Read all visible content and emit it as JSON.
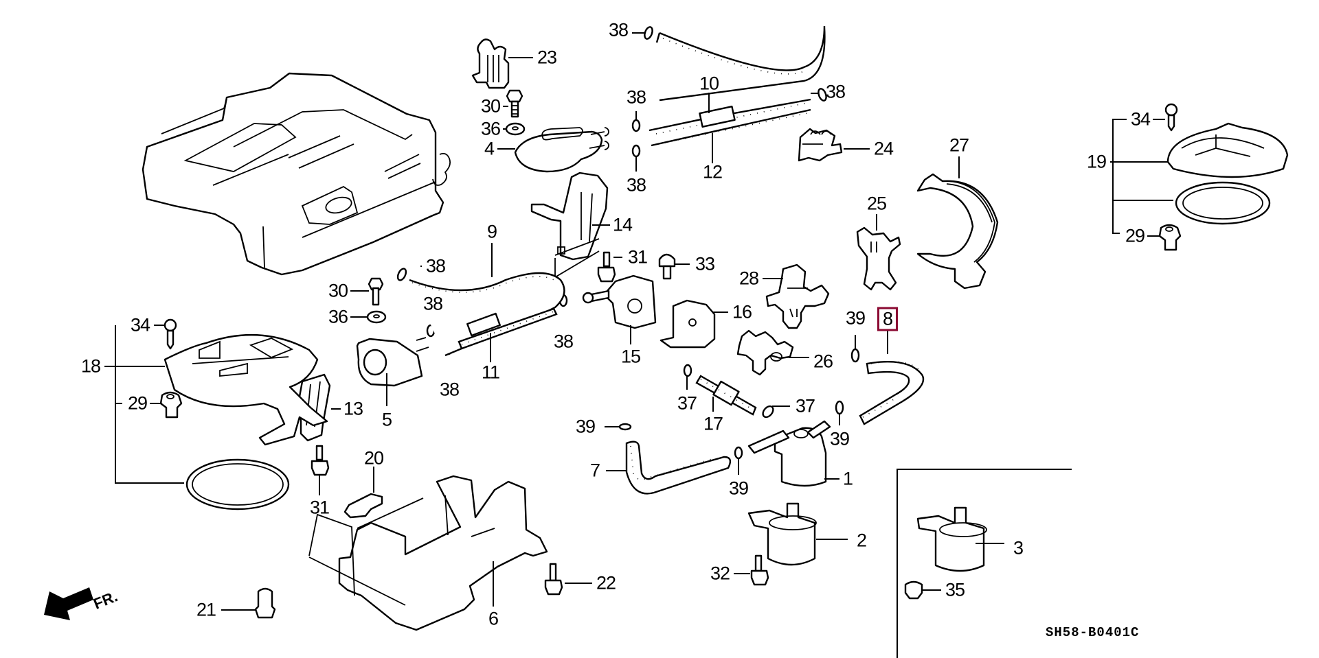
{
  "diagram": {
    "title": "Fuel tank / fuel filter parts diagram",
    "code": "SH58-B0401C",
    "direction_indicator": "FR.",
    "highlight_color": "#8b0a32",
    "selected_part": "8",
    "callouts": [
      {
        "id": "c1",
        "label": "1"
      },
      {
        "id": "c2",
        "label": "2"
      },
      {
        "id": "c3",
        "label": "3"
      },
      {
        "id": "c4",
        "label": "4"
      },
      {
        "id": "c5",
        "label": "5"
      },
      {
        "id": "c6",
        "label": "6"
      },
      {
        "id": "c7",
        "label": "7"
      },
      {
        "id": "c8",
        "label": "8"
      },
      {
        "id": "c9",
        "label": "9"
      },
      {
        "id": "c10",
        "label": "10"
      },
      {
        "id": "c11",
        "label": "11"
      },
      {
        "id": "c12",
        "label": "12"
      },
      {
        "id": "c13",
        "label": "13"
      },
      {
        "id": "c14",
        "label": "14"
      },
      {
        "id": "c15",
        "label": "15"
      },
      {
        "id": "c16",
        "label": "16"
      },
      {
        "id": "c17",
        "label": "17"
      },
      {
        "id": "c18",
        "label": "18"
      },
      {
        "id": "c19",
        "label": "19"
      },
      {
        "id": "c20",
        "label": "20"
      },
      {
        "id": "c21",
        "label": "21"
      },
      {
        "id": "c22",
        "label": "22"
      },
      {
        "id": "c23",
        "label": "23"
      },
      {
        "id": "c24",
        "label": "24"
      },
      {
        "id": "c25",
        "label": "25"
      },
      {
        "id": "c26",
        "label": "26"
      },
      {
        "id": "c27",
        "label": "27"
      },
      {
        "id": "c28",
        "label": "28"
      },
      {
        "id": "c29a",
        "label": "29"
      },
      {
        "id": "c29b",
        "label": "29"
      },
      {
        "id": "c30a",
        "label": "30"
      },
      {
        "id": "c30b",
        "label": "30"
      },
      {
        "id": "c31a",
        "label": "31"
      },
      {
        "id": "c31b",
        "label": "31"
      },
      {
        "id": "c32",
        "label": "32"
      },
      {
        "id": "c33",
        "label": "33"
      },
      {
        "id": "c34a",
        "label": "34"
      },
      {
        "id": "c34b",
        "label": "34"
      },
      {
        "id": "c35",
        "label": "35"
      },
      {
        "id": "c36a",
        "label": "36"
      },
      {
        "id": "c36b",
        "label": "36"
      },
      {
        "id": "c37a",
        "label": "37"
      },
      {
        "id": "c37b",
        "label": "37"
      },
      {
        "id": "c38a",
        "label": "38"
      },
      {
        "id": "c38b",
        "label": "38"
      },
      {
        "id": "c38c",
        "label": "38"
      },
      {
        "id": "c38d",
        "label": "38"
      },
      {
        "id": "c38e",
        "label": "38"
      },
      {
        "id": "c38f",
        "label": "38"
      },
      {
        "id": "c38g",
        "label": "38"
      },
      {
        "id": "c38h",
        "label": "38"
      },
      {
        "id": "c39a",
        "label": "39"
      },
      {
        "id": "c39b",
        "label": "39"
      },
      {
        "id": "c39c",
        "label": "39"
      },
      {
        "id": "c39d",
        "label": "39"
      }
    ]
  }
}
